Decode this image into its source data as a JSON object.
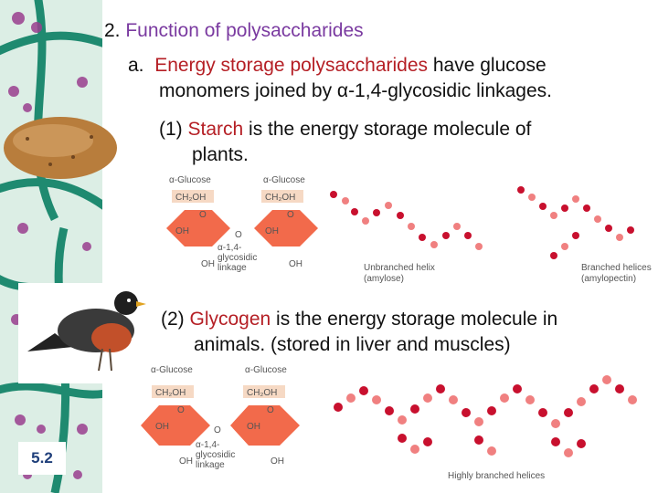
{
  "heading": {
    "number": "2.",
    "title": "Function of polysaccharides"
  },
  "point_a": {
    "marker": "a.",
    "highlight": "Energy storage polysaccharides",
    "rest_line1": " have glucose",
    "line2": "monomers joined by α-1,4-glycosidic linkages."
  },
  "starch": {
    "prefix": "(1) ",
    "highlight": "Starch",
    "rest_line1": " is the energy storage molecule of",
    "line2": "plants."
  },
  "glycogen": {
    "prefix": "(2) ",
    "highlight": "Glycogen",
    "rest_line1": " is the energy storage molecule in",
    "line2": "animals.  (stored in liver and muscles)"
  },
  "diagram_top": {
    "glucose_left": "α-Glucose",
    "glucose_right": "α-Glucose",
    "ch2oh": "CH₂OH",
    "oh": "OH",
    "o": "O",
    "linkage_line1": "α-1,4-",
    "linkage_line2": "glycosidic",
    "linkage_line3": "linkage",
    "helix_unbranched": "Unbranched helix",
    "helix_unbranched_sub": "(amylose)",
    "helix_branched": "Branched helices",
    "helix_branched_sub": "(amylopectin)"
  },
  "diagram_bottom": {
    "glucose_left": "α-Glucose",
    "glucose_right": "α-Glucose",
    "ch2oh": "CH₂OH",
    "oh": "OH",
    "o": "O",
    "linkage_line1": "α-1,4-",
    "linkage_line2": "glycosidic",
    "linkage_line3": "linkage",
    "helix_caption": "Highly branched helices"
  },
  "slide_number": "5.2",
  "colors": {
    "accent_purple": "#7a3aa0",
    "accent_red": "#b51f25",
    "ring_fill": "#f26a4b",
    "bead_dark": "#c8102e",
    "bead_light": "#f08080"
  }
}
